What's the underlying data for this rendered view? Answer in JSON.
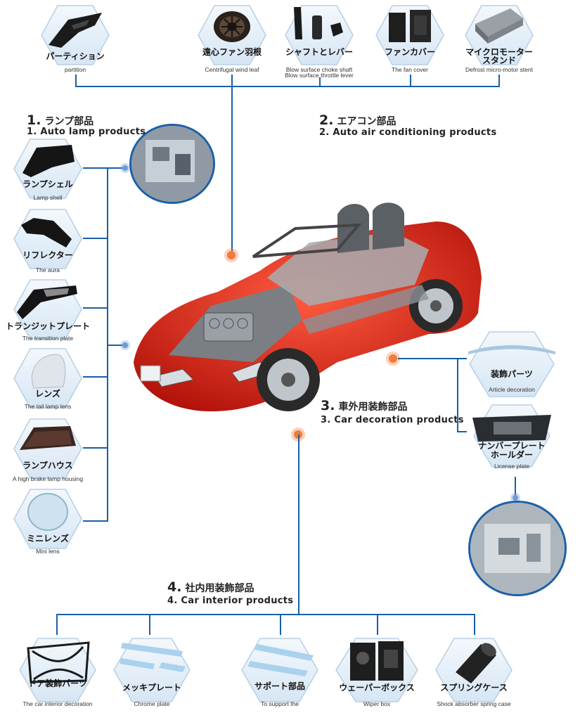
{
  "top_items": [
    {
      "jp": "パーティション",
      "en": "partition"
    },
    {
      "jp": "遠心ファン羽根",
      "en": "Centrifugal wind leaf"
    },
    {
      "jp": "シャフトとレバー",
      "en": "Blow surface choke shaft",
      "en2": "Blow surface throttle lever"
    },
    {
      "jp": "ファンカバー",
      "en": "The fan cover"
    },
    {
      "jp": "マイクロモーター",
      "jp2": "スタンド",
      "en": "Defrost micro-motor stent"
    }
  ],
  "sections": {
    "s1": {
      "num": "1.",
      "jp": "ランプ部品",
      "en": "1. Auto lamp products"
    },
    "s2": {
      "num": "2.",
      "jp": "エアコン部品",
      "en": "2. Auto air conditioning products"
    },
    "s3": {
      "num": "3.",
      "jp": "車外用装飾部品",
      "en": "3. Car decoration products"
    },
    "s4": {
      "num": "4.",
      "jp": "社内用装飾部品",
      "en": "4. Car interior products"
    }
  },
  "lamp_items": [
    {
      "jp": "ランプシェル",
      "en": "Lamp shell"
    },
    {
      "jp": "リフレクター",
      "en": "The aura"
    },
    {
      "jp": "トランジットプレート",
      "en": "The transition plate"
    },
    {
      "jp": "レンズ",
      "en": "The tail lamp lens"
    },
    {
      "jp": "ランプハウス",
      "en": "A high brake lamp housing"
    },
    {
      "jp": "ミニレンズ",
      "en": "Mini lens"
    }
  ],
  "exterior_items": [
    {
      "jp": "装飾パーツ",
      "en": "Article decoration"
    },
    {
      "jp": "ナンバープレート",
      "jp2": "ホールダー",
      "en": "License plate"
    }
  ],
  "interior_items": [
    {
      "jp": "ドア装飾パーツ",
      "en": "The car interior decoration"
    },
    {
      "jp": "メッキプレート",
      "en": "Chrome plate"
    },
    {
      "jp": "サポート部品",
      "en": "To support the"
    },
    {
      "jp": "ウェーパーボックス",
      "en": "Wiper box"
    },
    {
      "jp": "スプリングケース",
      "en": "Shock absorber spring case"
    }
  ],
  "colors": {
    "line": "#1a5fa8",
    "hex_fill": "#e3eef8",
    "hex_stroke": "#b7cfe6",
    "car": "#e02418",
    "accent_dot": "#f07c3c"
  }
}
